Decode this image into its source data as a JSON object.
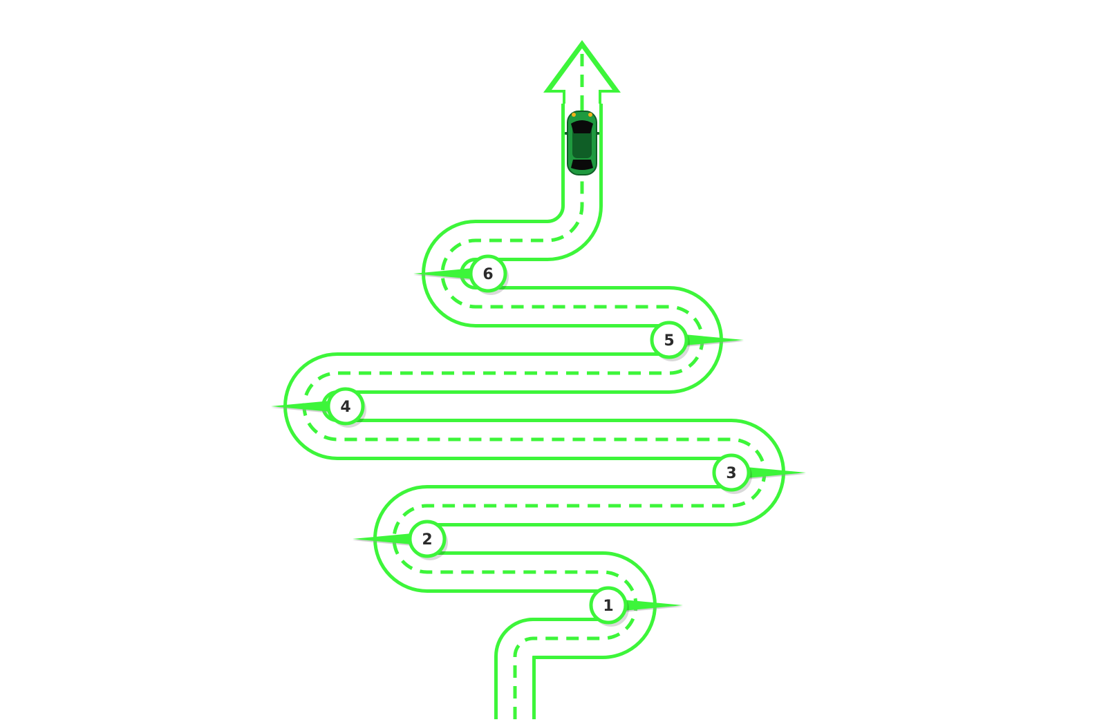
{
  "diagram": {
    "colors": {
      "road": "#3df53a",
      "pointer": "#3df53a",
      "pointer_shadow": "#9a9a9a",
      "badge_fill": "#ffffff",
      "badge_ring": "#3df53a",
      "label": "#2b2b2b",
      "car_body": "#1f9a3f",
      "car_dark": "#0f5e26",
      "car_glass": "#0a0a0a",
      "car_lights": "#f5b21b"
    },
    "icons": {
      "destination": "up-arrow-icon",
      "vehicle": "car-icon"
    },
    "milestones": [
      {
        "label": "1",
        "pointer": "right"
      },
      {
        "label": "2",
        "pointer": "left"
      },
      {
        "label": "3",
        "pointer": "right"
      },
      {
        "label": "4",
        "pointer": "left"
      },
      {
        "label": "5",
        "pointer": "right"
      },
      {
        "label": "6",
        "pointer": "left"
      }
    ]
  }
}
